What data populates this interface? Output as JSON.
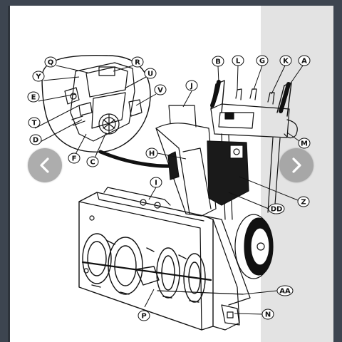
{
  "viewer": {
    "nav": {
      "previous": {
        "icon": "chevron-left-icon"
      },
      "next": {
        "icon": "chevron-right-icon"
      }
    },
    "diagram": {
      "labels": {
        "Q": "Q",
        "R": "R",
        "Y": "Y",
        "U": "U",
        "E": "E",
        "V": "V",
        "T": "T",
        "D": "D",
        "F": "F",
        "C": "C",
        "B": "B",
        "L": "L",
        "G": "G",
        "K": "K",
        "A": "A",
        "J": "J",
        "M": "M",
        "H": "H",
        "I": "I",
        "Z": "Z",
        "DD": "DD",
        "AA": "AA",
        "N": "N",
        "P": "P"
      }
    }
  },
  "colors": {
    "frame": "#3d4550",
    "panel": "#e3e3e3",
    "nav_button": "#969696",
    "line": "#111111"
  }
}
